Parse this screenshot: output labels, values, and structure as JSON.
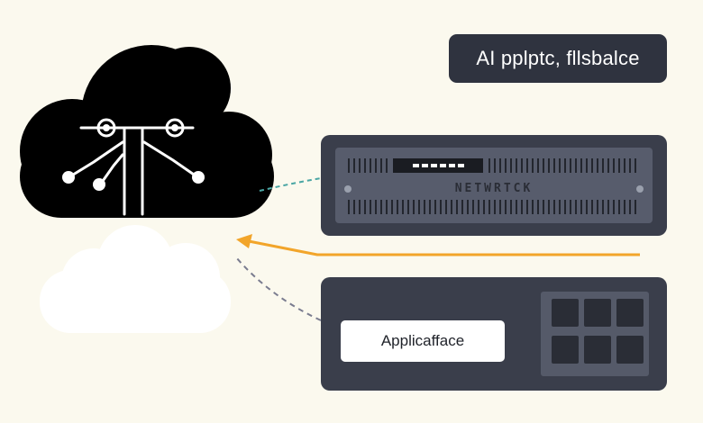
{
  "header": {
    "title": "AI pplptc, fllsbalce"
  },
  "network_device": {
    "label": "NETWRTCK",
    "display_segments": 6
  },
  "application": {
    "label": "Applicafface"
  },
  "server_panel": {
    "slots": 6
  },
  "colors": {
    "background": "#fbf9ee",
    "cloud_dark": "#000000",
    "cloud_light": "#ffffff",
    "device": "#3a3e4b",
    "arrow": "#f2a52a",
    "dashed_teal": "#4aa6a4",
    "dashed_gray": "#7a7c8f"
  },
  "icons": [
    "ai-cloud-icon",
    "white-cloud-icon",
    "circuit-icon"
  ]
}
